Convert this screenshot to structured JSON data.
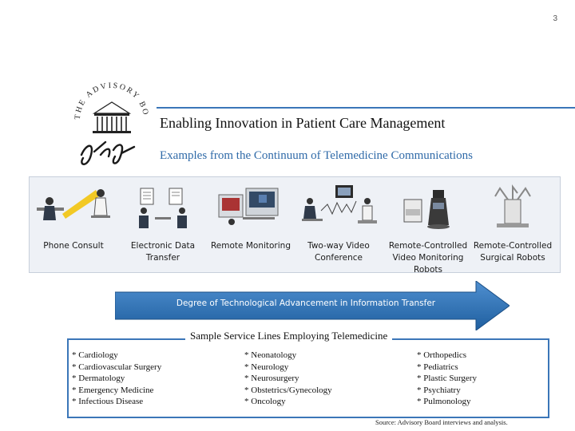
{
  "page_number": "3",
  "title": "Enabling Innovation in Patient Care Management",
  "subtitle": "Examples from the Continuum of Telemedicine Communications",
  "logo": {
    "ring_text": "THE ADVISORY BOARD",
    "colors": {
      "ink": "#222222"
    }
  },
  "continuum": [
    {
      "label": "Phone Consult",
      "icon": "phone-consult-illustration"
    },
    {
      "label": "Electronic Data Transfer",
      "icon": "electronic-data-transfer-illustration"
    },
    {
      "label": "Remote Monitoring",
      "icon": "remote-monitoring-illustration"
    },
    {
      "label": "Two-way Video Conference",
      "icon": "video-conference-illustration"
    },
    {
      "label": "Remote-Controlled Video Monitoring Robots",
      "icon": "video-robot-illustration"
    },
    {
      "label": "Remote-Controlled Surgical Robots",
      "icon": "surgical-robot-illustration"
    }
  ],
  "arrow_label": "Degree of Technological Advancement in Information Transfer",
  "service_lines": {
    "heading": "Sample Service Lines Employing Telemedicine",
    "columns": [
      [
        "Cardiology",
        "Cardiovascular Surgery",
        "Dermatology",
        "Emergency Medicine",
        "Infectious Disease"
      ],
      [
        "Neonatology",
        "Neurology",
        "Neurosurgery",
        "Obstetrics/Gynecology",
        "Oncology"
      ],
      [
        "Orthopedics",
        "Pediatrics",
        "Plastic Surgery",
        "Psychiatry",
        "Pulmonology"
      ]
    ]
  },
  "source": "Source: Advisory Board interviews and analysis.",
  "colors": {
    "accent": "#3b76b8",
    "arrow": "#2a6fb6",
    "panel": "#eef1f6"
  }
}
